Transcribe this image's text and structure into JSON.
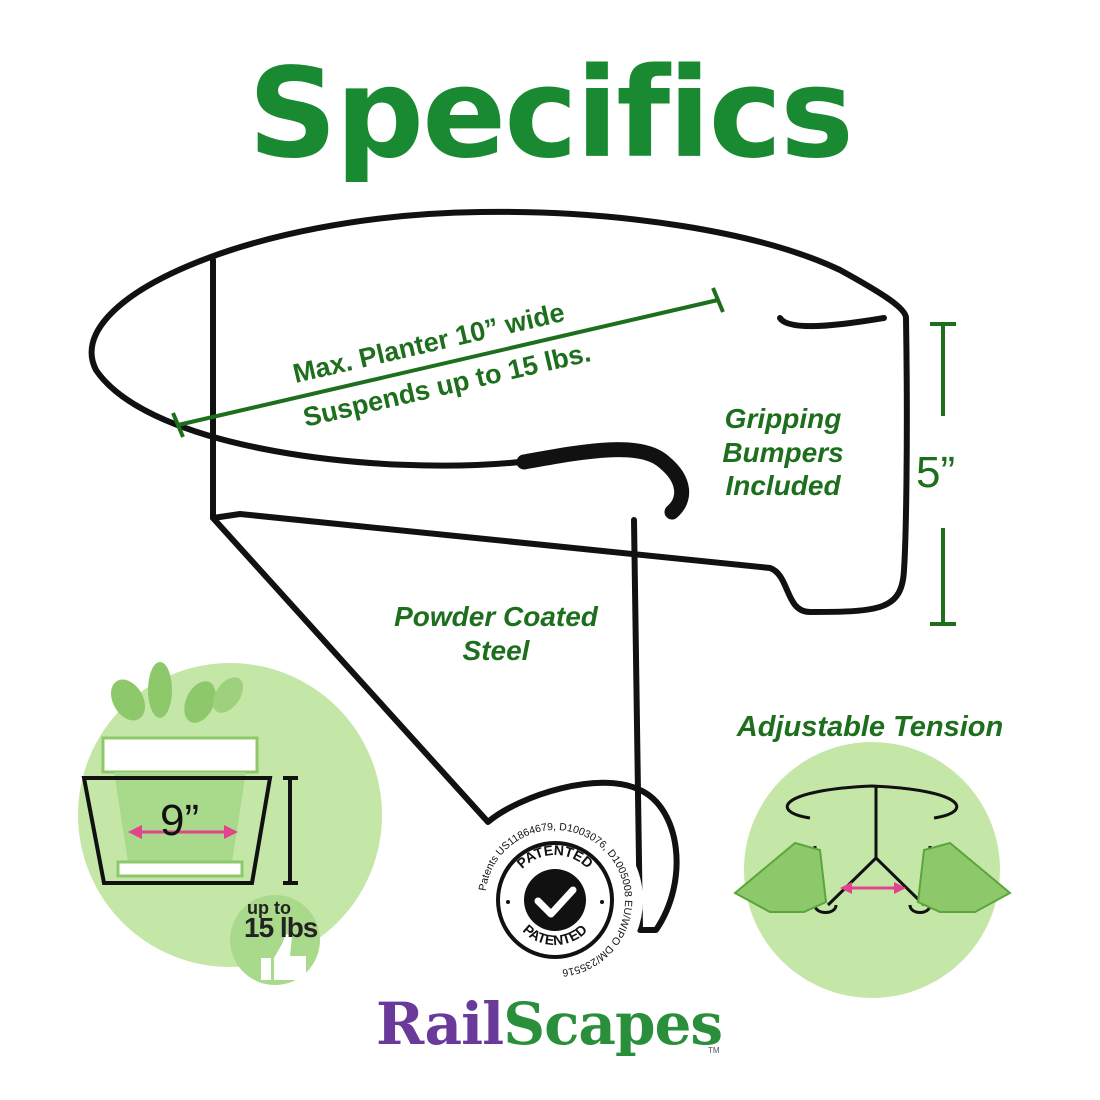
{
  "title": "Specifics",
  "labels": {
    "max_planter": "Max. Planter 10” wide",
    "suspends": "Suspends up to 15 lbs.",
    "gripping": "Gripping Bumpers Included",
    "powder": "Powder Coated Steel",
    "adjustable": "Adjustable Tension",
    "height_dim": "5”",
    "pot_width_dim": "9”",
    "up_to": "up to",
    "weight": "15 lbs"
  },
  "badge": {
    "top_text": "PATENTED",
    "bottom_text": "PATENTED",
    "patents_text": "Patents US11864679, D1003076, D1005008 EU/WIPO DM/235516"
  },
  "brand": {
    "part1": "Rail",
    "part2": "Scapes",
    "tm": "TM"
  },
  "colors": {
    "title_green": "#1a8a32",
    "label_green": "#1d6e1d",
    "light_green": "#a9d98a",
    "pink_arrow": "#e0448c",
    "brand_purple": "#6a3a9a"
  },
  "icons": [
    "planter-icon",
    "thumbs-up-icon",
    "hands-icon",
    "patent-check-icon"
  ]
}
